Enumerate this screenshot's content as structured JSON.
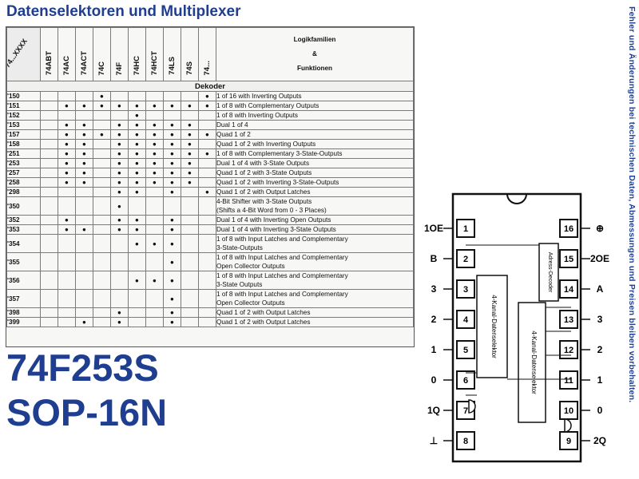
{
  "header": {
    "title": "Datenselektoren und Multiplexer"
  },
  "table": {
    "corner_label": "74...XXXX",
    "families": [
      "74ABT",
      "74AC",
      "74ACT",
      "74C",
      "74F",
      "74HC",
      "74HCT",
      "74LS",
      "74S",
      "74..."
    ],
    "function_header": [
      "Logikfamilien",
      "&",
      "Funktionen"
    ],
    "section": "Dekoder",
    "rows": [
      {
        "code": "'150",
        "dots": [
          0,
          0,
          0,
          1,
          0,
          0,
          0,
          0,
          0,
          1
        ],
        "function": "1 of 16 with Inverting Outputs"
      },
      {
        "code": "'151",
        "dots": [
          0,
          1,
          1,
          1,
          1,
          1,
          1,
          1,
          1,
          1
        ],
        "function": "1 of 8 with Complementary Outputs"
      },
      {
        "code": "'152",
        "dots": [
          0,
          0,
          0,
          0,
          0,
          1,
          0,
          0,
          0,
          0
        ],
        "function": "1 of 8 with Inverting Outputs"
      },
      {
        "code": "'153",
        "dots": [
          0,
          1,
          1,
          0,
          1,
          1,
          1,
          1,
          1,
          0
        ],
        "function": "Dual 1 of 4"
      },
      {
        "code": "'157",
        "dots": [
          0,
          1,
          1,
          1,
          1,
          1,
          1,
          1,
          1,
          1
        ],
        "function": "Quad 1 of 2"
      },
      {
        "code": "'158",
        "dots": [
          0,
          1,
          1,
          0,
          1,
          1,
          1,
          1,
          1,
          0
        ],
        "function": "Quad 1 of 2 with Inverting Outputs"
      },
      {
        "code": "'251",
        "dots": [
          0,
          1,
          1,
          0,
          1,
          1,
          1,
          1,
          1,
          1
        ],
        "function": "1 of 8 with Complementary 3-State-Outputs"
      },
      {
        "code": "'253",
        "dots": [
          0,
          1,
          1,
          0,
          1,
          1,
          1,
          1,
          1,
          0
        ],
        "function": "Dual 1 of 4 with 3-State Outputs"
      },
      {
        "code": "'257",
        "dots": [
          0,
          1,
          1,
          0,
          1,
          1,
          1,
          1,
          1,
          0
        ],
        "function": "Quad 1 of 2 with 3-State Outputs"
      },
      {
        "code": "'258",
        "dots": [
          0,
          1,
          1,
          0,
          1,
          1,
          1,
          1,
          1,
          0
        ],
        "function": "Quad 1 of 2 with Inverting 3-State-Outputs"
      },
      {
        "code": "'298",
        "dots": [
          0,
          0,
          0,
          0,
          1,
          1,
          0,
          1,
          0,
          1
        ],
        "function": "Quad 1 of 2 with Output Latches"
      },
      {
        "code": "'350",
        "dots": [
          0,
          0,
          0,
          0,
          1,
          0,
          0,
          0,
          0,
          0
        ],
        "function": "4-Bit Shifter with 3-State Outputs",
        "function2": "(Shifts a 4-Bit Word from 0 - 3 Places)"
      },
      {
        "code": "'352",
        "dots": [
          0,
          1,
          0,
          0,
          1,
          1,
          0,
          1,
          0,
          0
        ],
        "function": "Dual 1 of 4 with Inverting Open Outputs"
      },
      {
        "code": "'353",
        "dots": [
          0,
          1,
          1,
          0,
          1,
          1,
          0,
          1,
          0,
          0
        ],
        "function": "Dual 1 of 4 with Inverting 3-State Outputs"
      },
      {
        "code": "'354",
        "dots": [
          0,
          0,
          0,
          0,
          0,
          1,
          1,
          1,
          0,
          0
        ],
        "function": "1 of 8 with Input Latches and Complementary",
        "function2": "3-State-Outputs"
      },
      {
        "code": "'355",
        "dots": [
          0,
          0,
          0,
          0,
          0,
          0,
          0,
          1,
          0,
          0
        ],
        "function": "1 of 8 with Input Latches and Complementary",
        "function2": "Open Collector Outputs"
      },
      {
        "code": "'356",
        "dots": [
          0,
          0,
          0,
          0,
          0,
          1,
          1,
          1,
          0,
          0
        ],
        "function": "1 of 8 with Input Latches and Complementary",
        "function2": "3-State Outputs"
      },
      {
        "code": "'357",
        "dots": [
          0,
          0,
          0,
          0,
          0,
          0,
          0,
          1,
          0,
          0
        ],
        "function": "1 of 8 with Input Latches and Complementary",
        "function2": "Open Collector Outputs"
      },
      {
        "code": "'398",
        "dots": [
          0,
          0,
          0,
          0,
          1,
          0,
          0,
          1,
          0,
          0
        ],
        "function": "Quad 1 of 2 with Output Latches"
      },
      {
        "code": "'399",
        "dots": [
          0,
          0,
          1,
          0,
          1,
          0,
          0,
          1,
          0,
          0
        ],
        "function": "Quad 1 of 2 with Output Latches"
      }
    ]
  },
  "part": {
    "number": "74F253S",
    "package": "SOP-16N"
  },
  "side_note": "Fehler und Änderungen bei technischen Daten, Abmessungen und Preisen bleiben vorbehalten.",
  "pinout": {
    "pins_left": [
      "1",
      "2",
      "3",
      "4",
      "5",
      "6",
      "7",
      "8"
    ],
    "pins_right": [
      "16",
      "15",
      "14",
      "13",
      "12",
      "11",
      "10",
      "9"
    ],
    "labels_left": [
      "1OE",
      "B",
      "3",
      "2",
      "1",
      "0",
      "1Q",
      "⊥"
    ],
    "labels_right": [
      "⊕",
      "2OE",
      "A",
      "3",
      "2",
      "1",
      "0",
      "2Q"
    ],
    "block_address": "Adress-Decoder",
    "block_mux1": "4-Kanal-Datenselektor",
    "block_mux2": "4-Kanal-Datenselektor"
  }
}
